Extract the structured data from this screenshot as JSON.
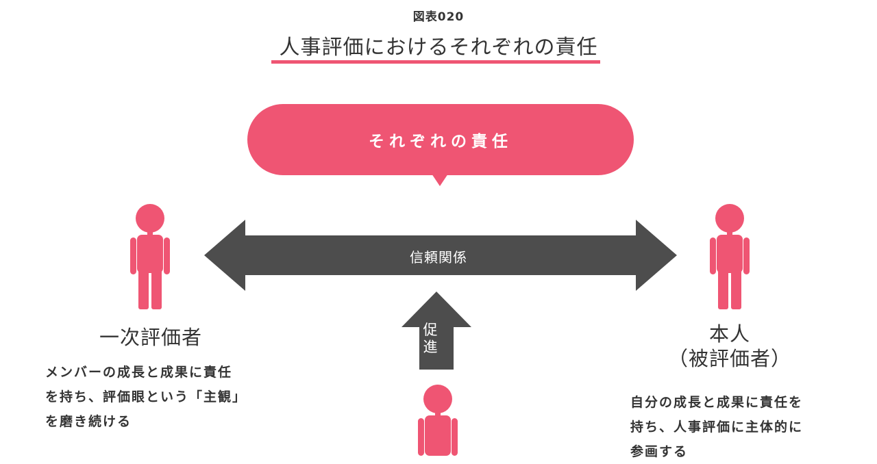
{
  "figure_label": "図表020",
  "title": "人事評価におけるそれぞれの責任",
  "bubble_text": "それぞれの責任",
  "arrow_label": "信頼関係",
  "up_arrow_label_lines": [
    "促",
    "進"
  ],
  "left": {
    "name": "一次評価者",
    "desc_lines": [
      "メンバーの成長と成果に責任",
      "を持ち、評価眼という「主観」",
      "を磨き続ける"
    ]
  },
  "right": {
    "name_lines": [
      "本人",
      "（被評価者）"
    ],
    "desc_lines": [
      "自分の成長と成果に責任を",
      "持ち、人事評価に主体的に",
      "参画する"
    ]
  },
  "colors": {
    "accent": "#ef5573",
    "arrow": "#4d4d4d",
    "text": "#333333"
  }
}
